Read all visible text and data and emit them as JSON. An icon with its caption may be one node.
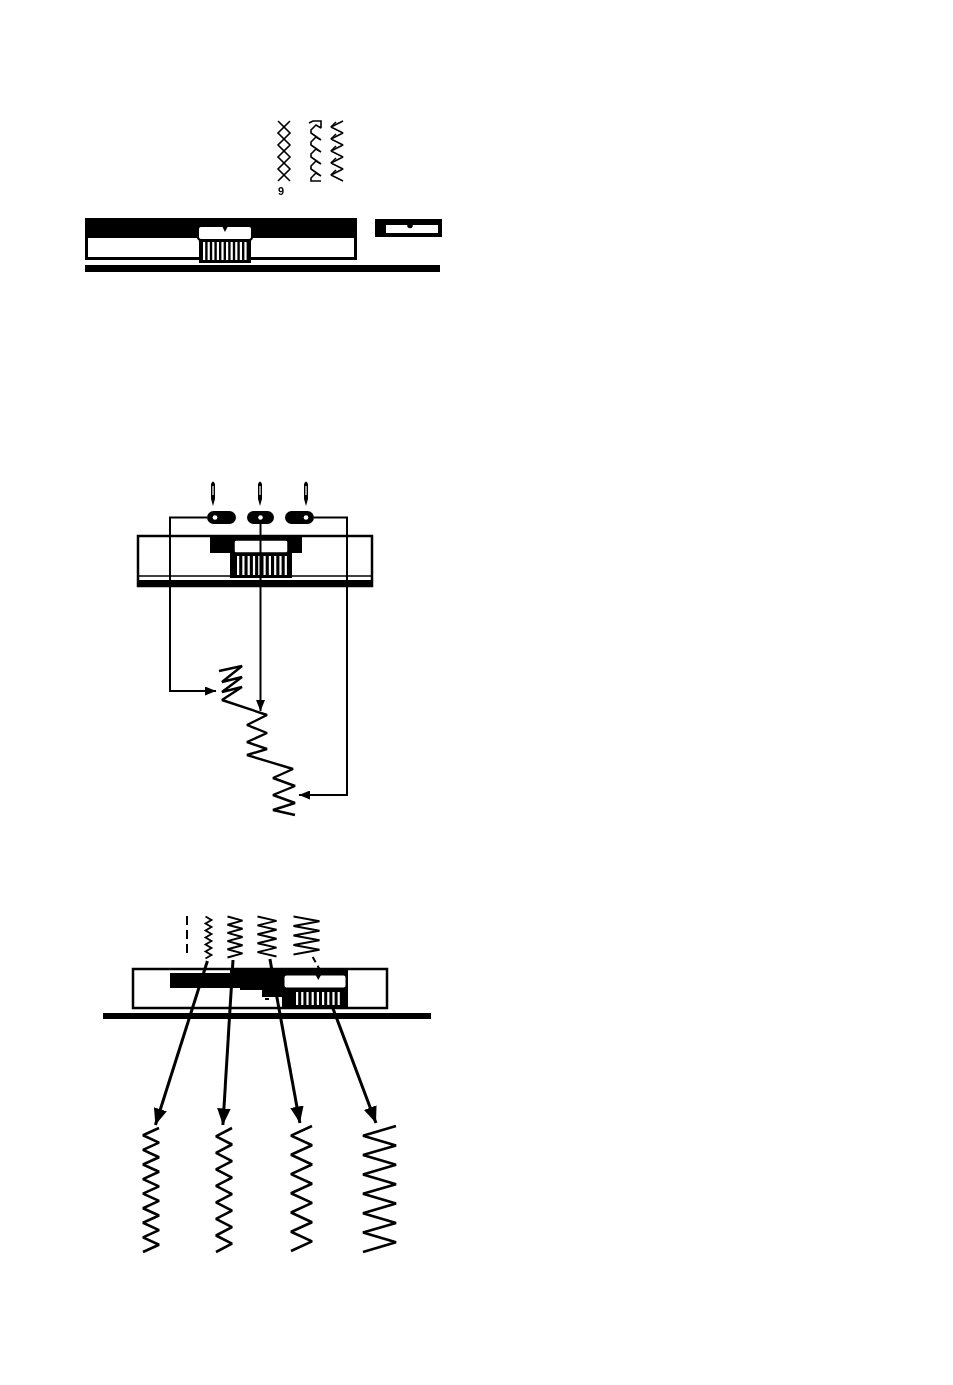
{
  "diagram": {
    "nodes": [
      {
        "text": [],
        "shape": "picture"
      },
      {
        "text": [],
        "shape": "picture"
      },
      {
        "text": [],
        "shape": "picture"
      },
      {
        "text": [],
        "shape": "picture"
      },
      {
        "text": [],
        "shape": "picture"
      },
      {
        "text": [],
        "shape": "picture"
      },
      {
        "text": [],
        "shape": "picture"
      },
      {
        "text": [],
        "shape": "picture"
      },
      {
        "text": [],
        "shape": "picture"
      },
      {
        "text": [],
        "shape": "picture"
      },
      {
        "text": [],
        "shape": "picture"
      },
      {
        "text": [],
        "shape": "picture"
      },
      {
        "text": [],
        "shape": "picture"
      },
      {
        "text": [],
        "shape": "picture"
      }
    ],
    "edges": [
      {
        "from": 0,
        "to": 3,
        "arrow": "to"
      },
      {
        "from": 1,
        "to": 3,
        "arrow": "to"
      },
      {
        "from": 2,
        "to": 3,
        "arrow": "to"
      },
      {
        "from": 8,
        "to": 9,
        "arrow": "none",
        "style": "dashed"
      },
      {
        "from": 5,
        "to": 10,
        "arrow": "to"
      },
      {
        "from": 6,
        "to": 11,
        "arrow": "to"
      },
      {
        "from": 7,
        "to": 12,
        "arrow": "to"
      },
      {
        "from": 9,
        "to": 13,
        "arrow": "to"
      }
    ],
    "labels": [
      "9"
    ]
  }
}
